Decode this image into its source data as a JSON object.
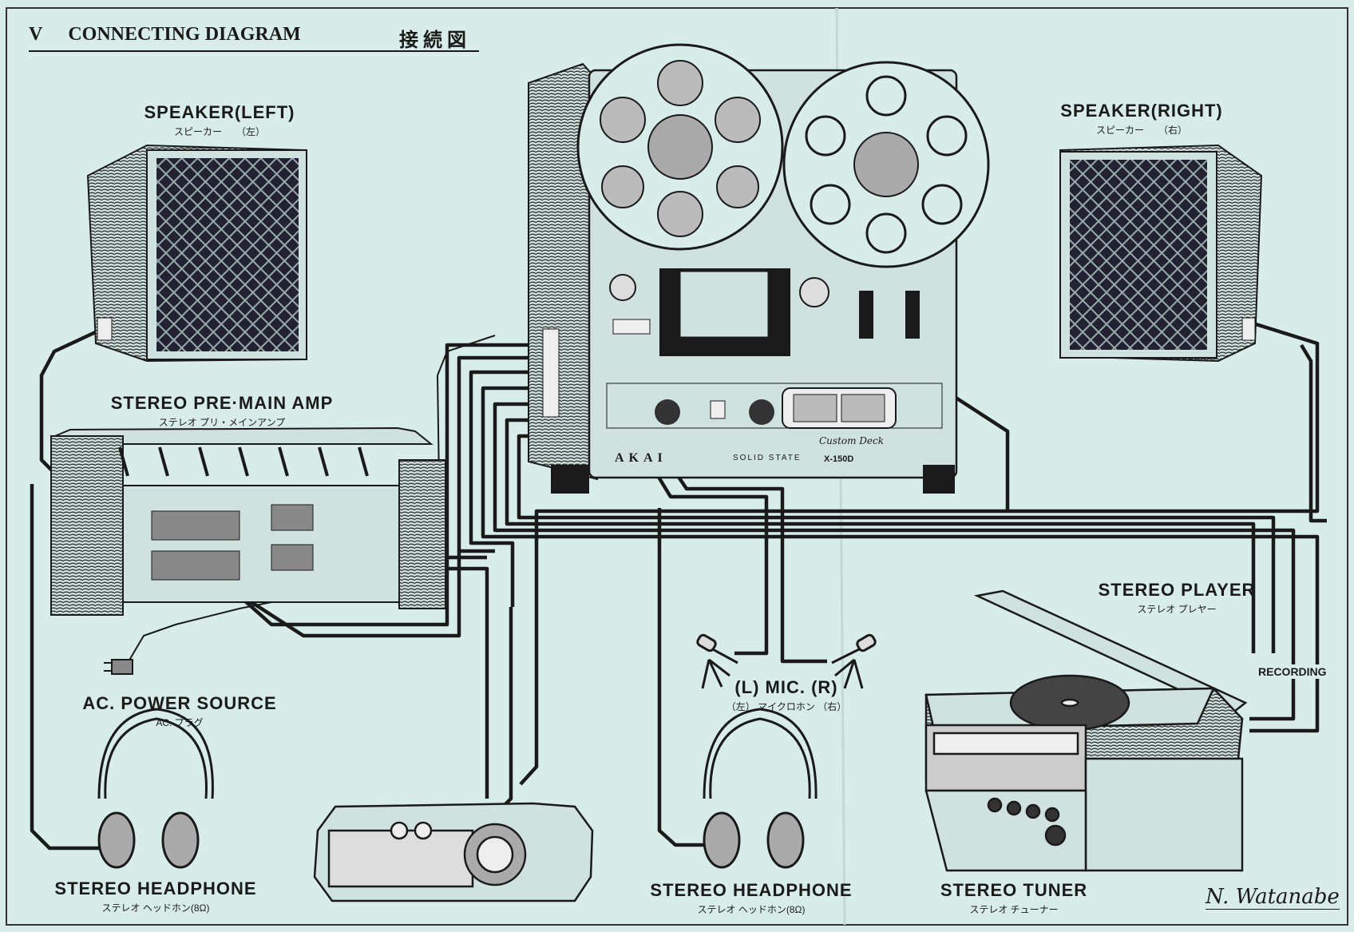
{
  "title": {
    "number": "V",
    "text": "CONNECTING DIAGRAM",
    "japanese": "接続図"
  },
  "labels": {
    "speaker_left": {
      "en": "SPEAKER(LEFT)",
      "jp": "スピーカー　　（左）"
    },
    "speaker_right": {
      "en": "SPEAKER(RIGHT)",
      "jp": "スピーカー　　（右）"
    },
    "amp": {
      "en": "STEREO PRE·MAIN AMP",
      "jp": "ステレオ プリ・メインアンプ"
    },
    "ac_power": {
      "en": "AC. POWER SOURCE",
      "jp": "AC. プラグ"
    },
    "mic": {
      "en": "(L)   MIC.   (R)",
      "jp": "（左） マイクロホン （右）"
    },
    "player": {
      "en": "STEREO PLAYER",
      "jp": "ステレオ プレヤー"
    },
    "headphone_left": {
      "en": "STEREO HEADPHONE",
      "jp": "ステレオ ヘッドホン(8Ω)"
    },
    "headphone_right": {
      "en": "STEREO HEADPHONE",
      "jp": "ステレオ ヘッドホン(8Ω)"
    },
    "tuner": {
      "en": "STEREO TUNER",
      "jp": "ステレオ チューナー"
    }
  },
  "deck": {
    "brand": "AKAI",
    "subtitle": "SOLID STATE",
    "model": "X-150D",
    "script": "Custom Deck"
  },
  "recording_label": "RECORDING",
  "signature": "N. Watanabe"
}
